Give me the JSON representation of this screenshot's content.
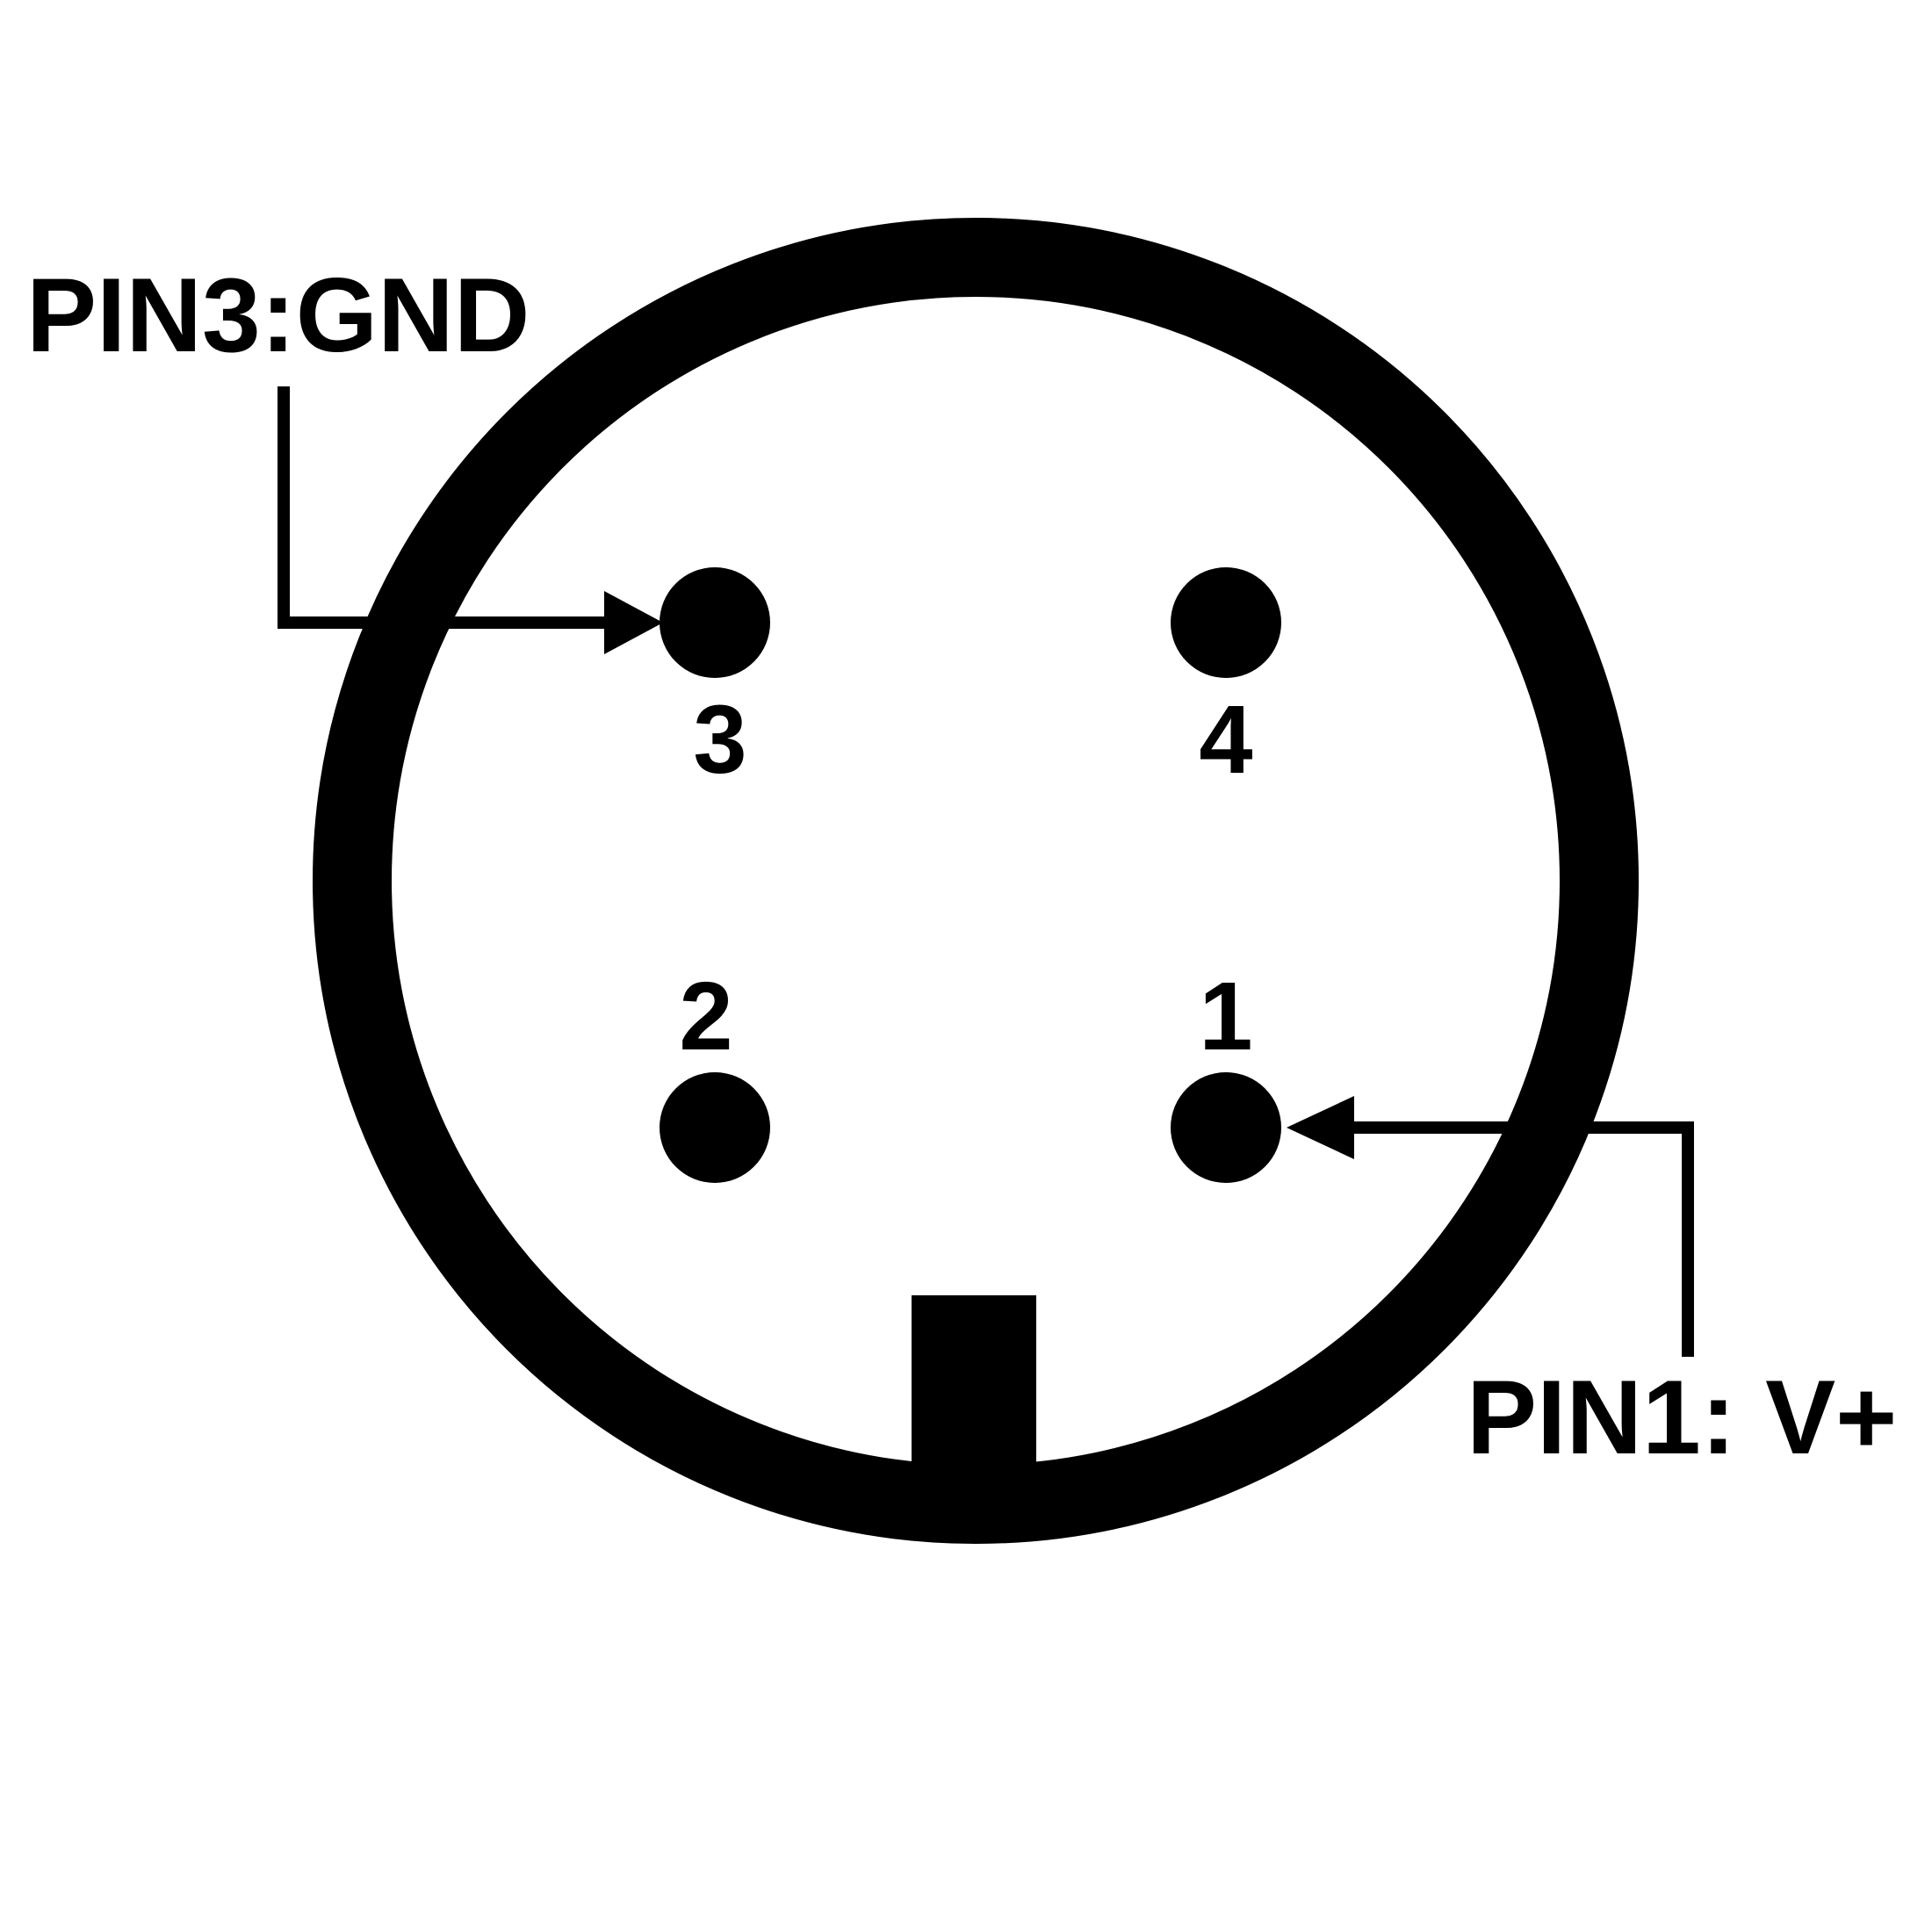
{
  "colors": {
    "ink": "#000000",
    "background": "#ffffff"
  },
  "connector": {
    "pins": [
      {
        "id": "pin-3",
        "number": "3"
      },
      {
        "id": "pin-4",
        "number": "4"
      },
      {
        "id": "pin-2",
        "number": "2"
      },
      {
        "id": "pin-1",
        "number": "1"
      }
    ]
  },
  "annotations": {
    "pin3": {
      "text": "PIN3:GND"
    },
    "pin1": {
      "text": "PIN1: V+"
    }
  }
}
